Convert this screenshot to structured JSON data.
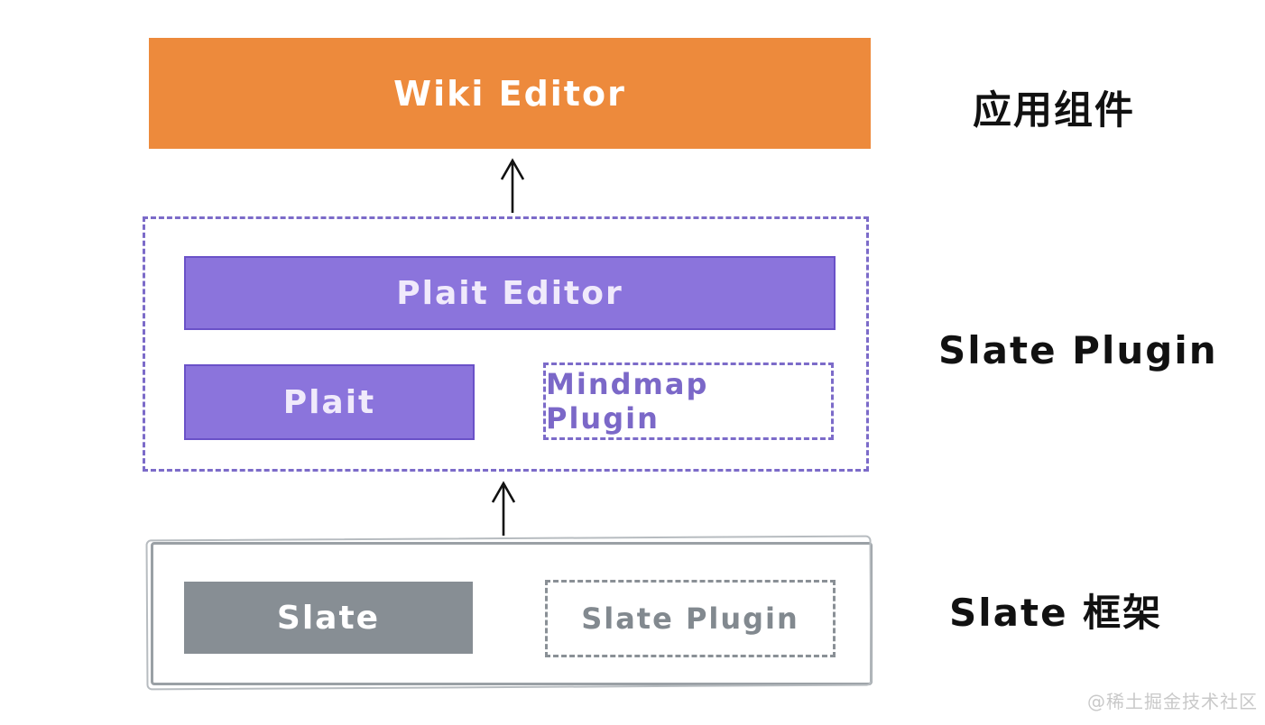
{
  "diagram": {
    "app_layer": {
      "box_label": "Wiki Editor",
      "side_label": "应用组件"
    },
    "plugin_layer": {
      "plait_editor_label": "Plait Editor",
      "plait_label": "Plait",
      "mindmap_plugin_label": "Mindmap Plugin",
      "side_label": "Slate Plugin"
    },
    "framework_layer": {
      "slate_label": "Slate",
      "slate_plugin_label": "Slate Plugin",
      "side_label": "Slate 框架"
    },
    "watermark": "@稀土掘金技术社区",
    "colors": {
      "orange_fill": "#ED8A3C",
      "purple_fill": "#8B74DC",
      "purple_border": "#6A51C8",
      "purple_dash": "#7C6BC9",
      "purple_text": "#7B68C8",
      "gray_fill": "#878E94",
      "gray_border": "#9AA0A5",
      "gray_dash": "#8A9096",
      "arrow": "#111111",
      "watermark_text": "#C9C9C9"
    }
  }
}
